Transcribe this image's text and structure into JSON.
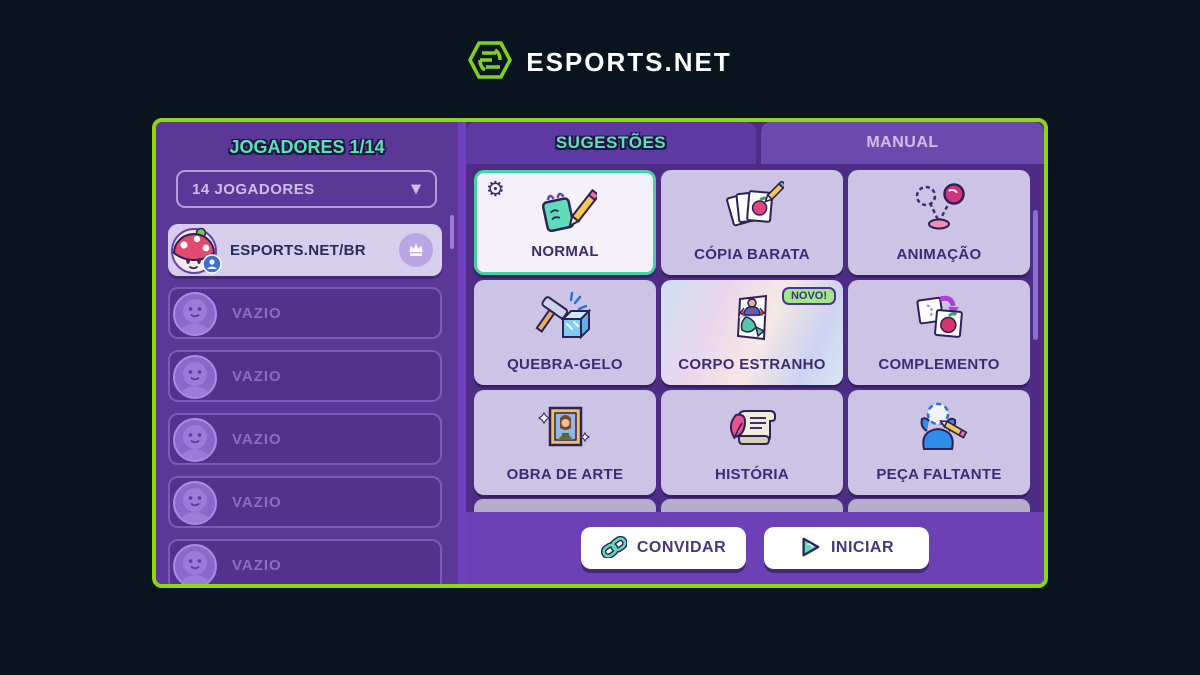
{
  "header": {
    "brand": "ESPORTS.NET"
  },
  "players_panel": {
    "title": "JOGADORES 1/14",
    "dropdown": {
      "value": "14 JOGADORES",
      "icon": "caret-down-icon"
    },
    "host_player": {
      "name": "ESPORTS.NET/BR",
      "host": true,
      "avatar": "mushroom-avatar",
      "badges": [
        "crown-icon",
        "person-badge-icon"
      ]
    },
    "empty_label": "VAZIO",
    "empty_slots": 5
  },
  "tabs": [
    {
      "label": "SUGESTÕES",
      "active": true
    },
    {
      "label": "MANUAL",
      "active": false
    }
  ],
  "modes": [
    {
      "label": "NORMAL",
      "selected": true,
      "icon": "notebook-pencil-icon",
      "corner_icon": "gear-icon"
    },
    {
      "label": "CÓPIA BARATA",
      "icon": "card-stack-icon"
    },
    {
      "label": "ANIMAÇÃO",
      "icon": "bouncing-ball-icon"
    },
    {
      "label": "QUEBRA-GELO",
      "icon": "hammer-ice-icon"
    },
    {
      "label": "CORPO ESTRANHO",
      "icon": "mixed-body-icon",
      "badge": "NOVO!",
      "holographic": true
    },
    {
      "label": "COMPLEMENTO",
      "icon": "apple-cards-icon"
    },
    {
      "label": "OBRA DE ARTE",
      "icon": "framed-painting-icon"
    },
    {
      "label": "HISTÓRIA",
      "icon": "scroll-quill-icon"
    },
    {
      "label": "PEÇA FALTANTE",
      "icon": "missing-head-icon"
    }
  ],
  "footer": {
    "invite_label": "CONVIDAR",
    "invite_icon": "link-icon",
    "start_label": "INICIAR",
    "start_icon": "play-icon"
  },
  "glyphs": {
    "gear": "⚙",
    "caret": "▼"
  },
  "colors": {
    "page_bg": "#0a141f",
    "panel_border": "#8cd613",
    "logo_green": "#7ed31f",
    "heading_teal": "#56e6b2",
    "panel_purple": "#5b3898",
    "content_purple": "#4e2c85",
    "selected_card_border": "#45d29e",
    "new_badge_bg": "#a0e986",
    "footer_purple": "#6e40b6"
  }
}
